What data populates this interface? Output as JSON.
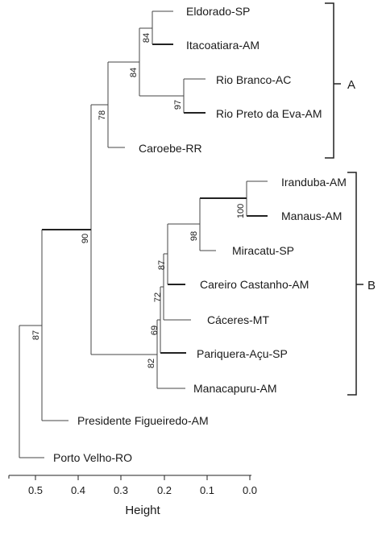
{
  "leaves": {
    "eldorado": "Eldorado-SP",
    "itacoatiara": "Itacoatiara-AM",
    "riobranco": "Rio Branco-AC",
    "riopreto": "Rio Preto da Eva-AM",
    "caroebe": "Caroebe-RR",
    "iranduba": "Iranduba-AM",
    "manaus": "Manaus-AM",
    "miracatu": "Miracatu-SP",
    "careiro": "Careiro Castanho-AM",
    "caceres": "Cáceres-MT",
    "pariquera": "Pariquera-Açu-SP",
    "manacapuru": "Manacapuru-AM",
    "presidente": "Presidente Figueiredo-AM",
    "portovelho": "Porto Velho-RO"
  },
  "bootstrap": {
    "b84a": "84",
    "b84b": "84",
    "b97": "97",
    "b78": "78",
    "b100": "100",
    "b98": "98",
    "b87a": "87",
    "b72": "72",
    "b69": "69",
    "b82": "82",
    "b90": "90",
    "b87b": "87"
  },
  "groups": {
    "a": "A",
    "b": "B"
  },
  "axis": {
    "title": "Height",
    "ticks": [
      "0.5",
      "0.4",
      "0.3",
      "0.2",
      "0.1",
      "0.0"
    ]
  },
  "dendrogram": {
    "axis_label": "Height",
    "axis_ticks": [
      0.5,
      0.4,
      0.3,
      0.2,
      0.1,
      0.0
    ],
    "leaf_order": [
      "Eldorado-SP",
      "Itacoatiara-AM",
      "Rio Branco-AC",
      "Rio Preto da Eva-AM",
      "Caroebe-RR",
      "Iranduba-AM",
      "Manaus-AM",
      "Miracatu-SP",
      "Careiro Castanho-AM",
      "Cáceres-MT",
      "Pariquera-Açu-SP",
      "Manacapuru-AM",
      "Presidente Figueiredo-AM",
      "Porto Velho-RO"
    ],
    "merges": [
      {
        "members": [
          "Eldorado-SP",
          "Itacoatiara-AM"
        ],
        "height": 0.23,
        "support": 84
      },
      {
        "members": [
          "Rio Branco-AC",
          "Rio Preto da Eva-AM"
        ],
        "height": 0.155,
        "support": 97
      },
      {
        "members": [
          "Eldorado-SP",
          "Itacoatiara-AM",
          "Rio Branco-AC",
          "Rio Preto da Eva-AM"
        ],
        "height": 0.26,
        "support": 84
      },
      {
        "members": [
          "Eldorado-SP",
          "Itacoatiara-AM",
          "Rio Branco-AC",
          "Rio Preto da Eva-AM",
          "Caroebe-RR"
        ],
        "height": 0.33,
        "support": 78
      },
      {
        "members": [
          "Iranduba-AM",
          "Manaus-AM"
        ],
        "height": 0.005,
        "support": 100
      },
      {
        "members": [
          "Iranduba-AM",
          "Manaus-AM",
          "Miracatu-SP"
        ],
        "height": 0.13,
        "support": 98
      },
      {
        "members": [
          "Iranduba-AM",
          "Manaus-AM",
          "Miracatu-SP",
          "Careiro Castanho-AM"
        ],
        "height": 0.19,
        "support": 87
      },
      {
        "members": [
          "Iranduba-AM",
          "Manaus-AM",
          "Miracatu-SP",
          "Careiro Castanho-AM",
          "Cáceres-MT"
        ],
        "height": 0.2,
        "support": 72
      },
      {
        "members": [
          "Iranduba-AM",
          "Manaus-AM",
          "Miracatu-SP",
          "Careiro Castanho-AM",
          "Cáceres-MT",
          "Pariquera-Açu-SP"
        ],
        "height": 0.21,
        "support": 69
      },
      {
        "members": [
          "Iranduba-AM",
          "Manaus-AM",
          "Miracatu-SP",
          "Careiro Castanho-AM",
          "Cáceres-MT",
          "Pariquera-Açu-SP",
          "Manacapuru-AM"
        ],
        "height": 0.215,
        "support": 82
      },
      {
        "members": [
          "A",
          "B"
        ],
        "height": 0.38,
        "support": 90
      },
      {
        "members": [
          "A",
          "B",
          "Presidente Figueiredo-AM"
        ],
        "height": 0.48,
        "support": 87
      },
      {
        "members": [
          "A",
          "B",
          "Presidente Figueiredo-AM",
          "Porto Velho-RO"
        ],
        "height": 0.55,
        "support": null
      }
    ],
    "groups": [
      {
        "label": "A",
        "members": [
          "Eldorado-SP",
          "Itacoatiara-AM",
          "Rio Branco-AC",
          "Rio Preto da Eva-AM",
          "Caroebe-RR"
        ]
      },
      {
        "label": "B",
        "members": [
          "Iranduba-AM",
          "Manaus-AM",
          "Miracatu-SP",
          "Careiro Castanho-AM",
          "Cáceres-MT",
          "Pariquera-Açu-SP",
          "Manacapuru-AM"
        ]
      }
    ]
  }
}
